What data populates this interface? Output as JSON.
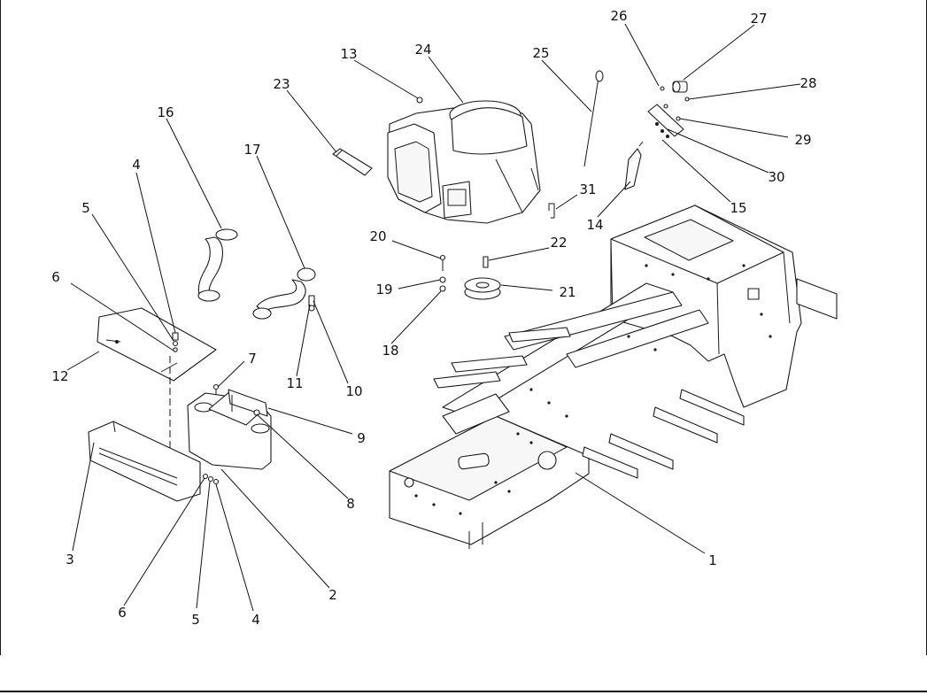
{
  "diagram": {
    "callouts": [
      {
        "id": "c1",
        "text": "1"
      },
      {
        "id": "c2",
        "text": "2"
      },
      {
        "id": "c3",
        "text": "3"
      },
      {
        "id": "c4a",
        "text": "4"
      },
      {
        "id": "c4b",
        "text": "4"
      },
      {
        "id": "c5a",
        "text": "5"
      },
      {
        "id": "c5b",
        "text": "5"
      },
      {
        "id": "c6a",
        "text": "6"
      },
      {
        "id": "c6b",
        "text": "6"
      },
      {
        "id": "c7",
        "text": "7"
      },
      {
        "id": "c8",
        "text": "8"
      },
      {
        "id": "c9",
        "text": "9"
      },
      {
        "id": "c10",
        "text": "10"
      },
      {
        "id": "c11",
        "text": "11"
      },
      {
        "id": "c12",
        "text": "12"
      },
      {
        "id": "c13",
        "text": "13"
      },
      {
        "id": "c14",
        "text": "14"
      },
      {
        "id": "c15",
        "text": "15"
      },
      {
        "id": "c16",
        "text": "16"
      },
      {
        "id": "c17",
        "text": "17"
      },
      {
        "id": "c18",
        "text": "18"
      },
      {
        "id": "c19",
        "text": "19"
      },
      {
        "id": "c20",
        "text": "20"
      },
      {
        "id": "c21",
        "text": "21"
      },
      {
        "id": "c22",
        "text": "22"
      },
      {
        "id": "c23",
        "text": "23"
      },
      {
        "id": "c24",
        "text": "24"
      },
      {
        "id": "c25",
        "text": "25"
      },
      {
        "id": "c26",
        "text": "26"
      },
      {
        "id": "c27",
        "text": "27"
      },
      {
        "id": "c28",
        "text": "28"
      },
      {
        "id": "c29",
        "text": "29"
      },
      {
        "id": "c30",
        "text": "30"
      },
      {
        "id": "c31",
        "text": "31"
      }
    ]
  }
}
